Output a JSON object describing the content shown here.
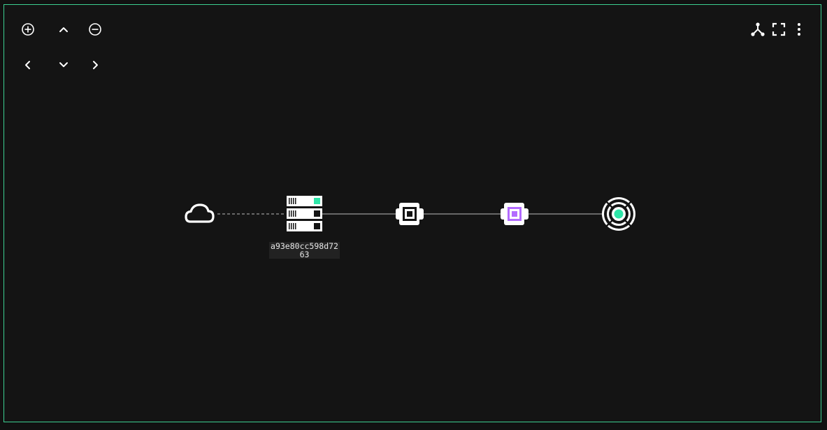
{
  "canvas": {
    "border_color": "#3ccf91",
    "background": "#141414"
  },
  "controls": {
    "left": [
      {
        "name": "zoom-in",
        "icon": "plus-circle-icon"
      },
      {
        "name": "pan-up",
        "icon": "chevron-up-icon"
      },
      {
        "name": "zoom-out",
        "icon": "minus-circle-icon"
      },
      {
        "name": "pan-left",
        "icon": "chevron-left-icon"
      },
      {
        "name": "pan-down",
        "icon": "chevron-down-icon"
      },
      {
        "name": "pan-right",
        "icon": "chevron-right-icon"
      }
    ],
    "right": [
      {
        "name": "layout",
        "icon": "hierarchy-icon"
      },
      {
        "name": "fullscreen",
        "icon": "fullscreen-icon"
      },
      {
        "name": "more",
        "icon": "vertical-dots-icon"
      }
    ]
  },
  "nodes": [
    {
      "id": "cloud",
      "icon": "cloud-icon"
    },
    {
      "id": "host",
      "icon": "server-icon",
      "label": "a93e80cc598d7263",
      "status_color": "#2ee6a8"
    },
    {
      "id": "chip-1",
      "icon": "chip-icon"
    },
    {
      "id": "chip-2",
      "icon": "chip-icon",
      "accent_color": "#b36bff"
    },
    {
      "id": "target",
      "icon": "target-icon",
      "accent_color": "#2ee6a8"
    }
  ],
  "edges": [
    {
      "from": "cloud",
      "to": "host",
      "style": "dashed"
    },
    {
      "from": "host",
      "to": "chip-1",
      "style": "solid"
    },
    {
      "from": "chip-1",
      "to": "chip-2",
      "style": "solid"
    },
    {
      "from": "chip-2",
      "to": "target",
      "style": "solid"
    }
  ]
}
